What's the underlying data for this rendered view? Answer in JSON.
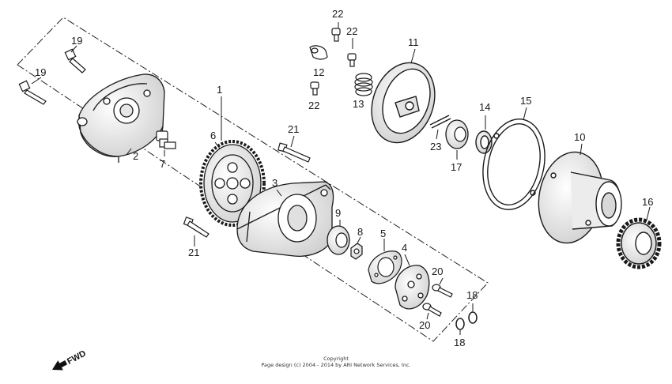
{
  "diagram": {
    "callouts": [
      {
        "id": "c1",
        "text": "1"
      },
      {
        "id": "c2",
        "text": "2"
      },
      {
        "id": "c3",
        "text": "3"
      },
      {
        "id": "c4",
        "text": "4"
      },
      {
        "id": "c5",
        "text": "5"
      },
      {
        "id": "c6",
        "text": "6"
      },
      {
        "id": "c7",
        "text": "7"
      },
      {
        "id": "c8",
        "text": "8"
      },
      {
        "id": "c9",
        "text": "9"
      },
      {
        "id": "c10",
        "text": "10"
      },
      {
        "id": "c11",
        "text": "11"
      },
      {
        "id": "c12",
        "text": "12"
      },
      {
        "id": "c13",
        "text": "13"
      },
      {
        "id": "c14",
        "text": "14"
      },
      {
        "id": "c15",
        "text": "15"
      },
      {
        "id": "c16",
        "text": "16"
      },
      {
        "id": "c17",
        "text": "17"
      },
      {
        "id": "c18a",
        "text": "18"
      },
      {
        "id": "c18b",
        "text": "18"
      },
      {
        "id": "c19a",
        "text": "19"
      },
      {
        "id": "c19b",
        "text": "19"
      },
      {
        "id": "c20a",
        "text": "20"
      },
      {
        "id": "c20b",
        "text": "20"
      },
      {
        "id": "c21a",
        "text": "21"
      },
      {
        "id": "c21b",
        "text": "21"
      },
      {
        "id": "c22a",
        "text": "22"
      },
      {
        "id": "c22b",
        "text": "22"
      },
      {
        "id": "c22c",
        "text": "22"
      },
      {
        "id": "c23",
        "text": "23"
      }
    ],
    "fwd_label": "FWD"
  },
  "footer": {
    "copyright_line": "Copyright",
    "page_design_line": "Page design (c) 2004 - 2014 by ARI Network Services, Inc."
  },
  "colors": {
    "ink": "#1a1a1a",
    "paper": "#ffffff"
  }
}
